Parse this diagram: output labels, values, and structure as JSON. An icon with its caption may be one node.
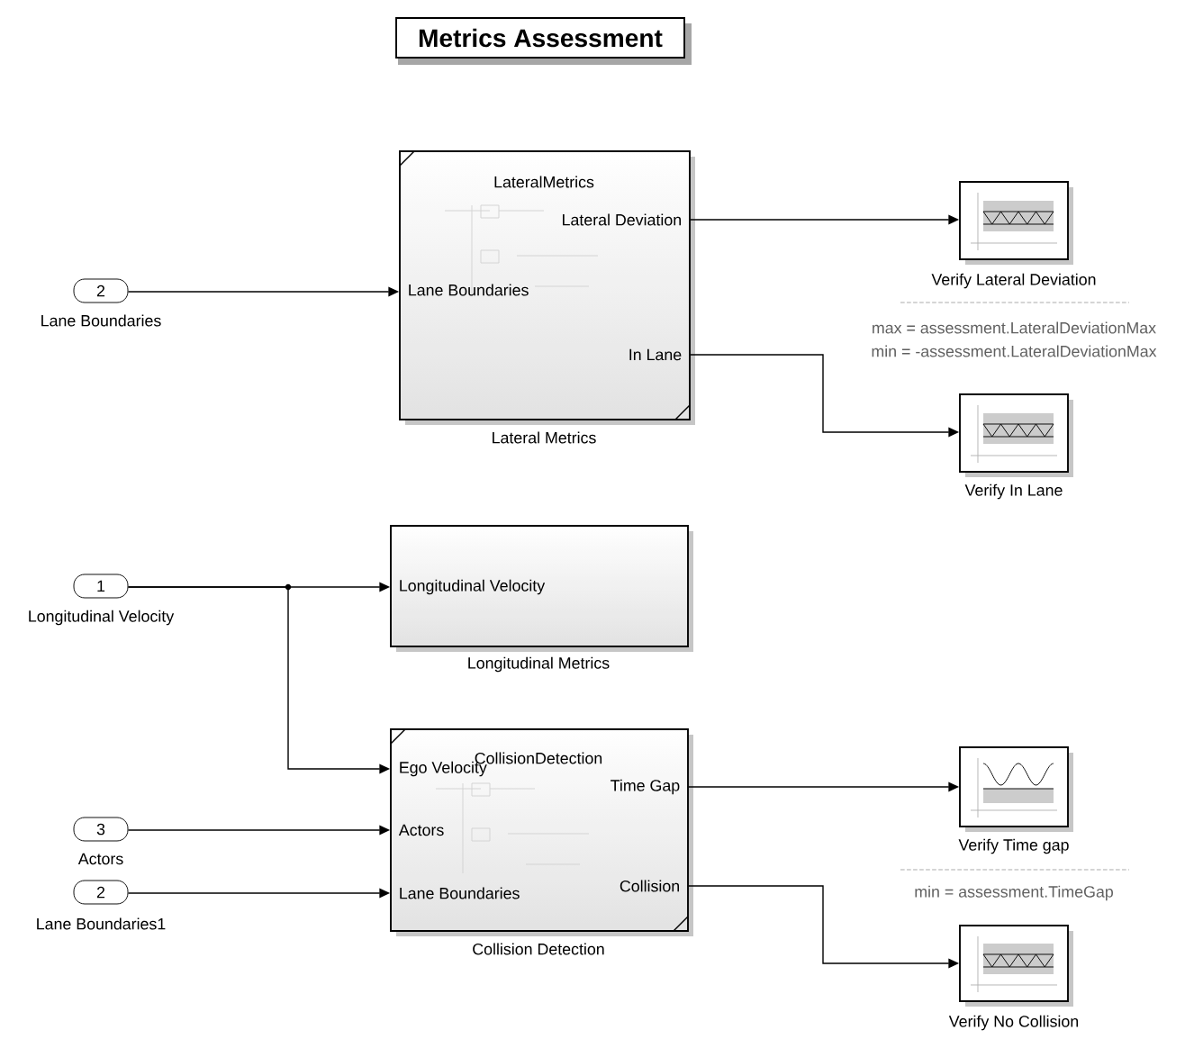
{
  "diagram": {
    "title": "Metrics Assessment",
    "nodes": [
      {
        "text": [
          "2"
        ],
        "beside": [
          "Lane Boundaries"
        ]
      },
      {
        "text": [
          "1"
        ],
        "beside": [
          "Longitudinal Velocity"
        ]
      },
      {
        "text": [
          "3"
        ],
        "beside": [
          "Actors"
        ]
      },
      {
        "text": [
          "2"
        ],
        "beside": [
          "Lane Boundaries1"
        ]
      },
      {
        "text": [
          "LateralMetrics",
          "Lane Boundaries",
          "Lateral Deviation",
          "In Lane"
        ],
        "beside": [
          "Lateral Metrics"
        ]
      },
      {
        "text": [
          "Longitudinal Velocity"
        ],
        "beside": [
          "Longitudinal Metrics"
        ]
      },
      {
        "text": [
          "CollisionDetection",
          "Ego Velocity",
          "Actors",
          "Lane Boundaries",
          "Time Gap",
          "Collision"
        ],
        "beside": [
          "Collision Detection"
        ]
      },
      {
        "text": [],
        "shape": "box",
        "beside": [
          "Verify Lateral Deviation"
        ]
      },
      {
        "text": [],
        "shape": "box",
        "beside": [
          "Verify In Lane"
        ]
      },
      {
        "text": [],
        "shape": "box",
        "beside": [
          "Verify Time gap"
        ]
      },
      {
        "text": [],
        "shape": "box",
        "beside": [
          "Verify No Collision"
        ]
      }
    ],
    "edges": [
      {
        "from": 0,
        "to": 4,
        "arrow": "to"
      },
      {
        "from": 1,
        "to": 5,
        "arrow": "to"
      },
      {
        "from": 1,
        "to": 6,
        "arrow": "to"
      },
      {
        "from": 2,
        "to": 6,
        "arrow": "to"
      },
      {
        "from": 3,
        "to": 6,
        "arrow": "to"
      },
      {
        "from": 4,
        "to": 7,
        "arrow": "to"
      },
      {
        "from": 4,
        "to": 8,
        "arrow": "to"
      },
      {
        "from": 6,
        "to": 9,
        "arrow": "to"
      },
      {
        "from": 6,
        "to": 10,
        "arrow": "to"
      }
    ],
    "labels": [
      "max = assessment.LateralDeviationMax",
      "min = -assessment.LateralDeviationMax",
      "min = assessment.TimeGap"
    ]
  }
}
